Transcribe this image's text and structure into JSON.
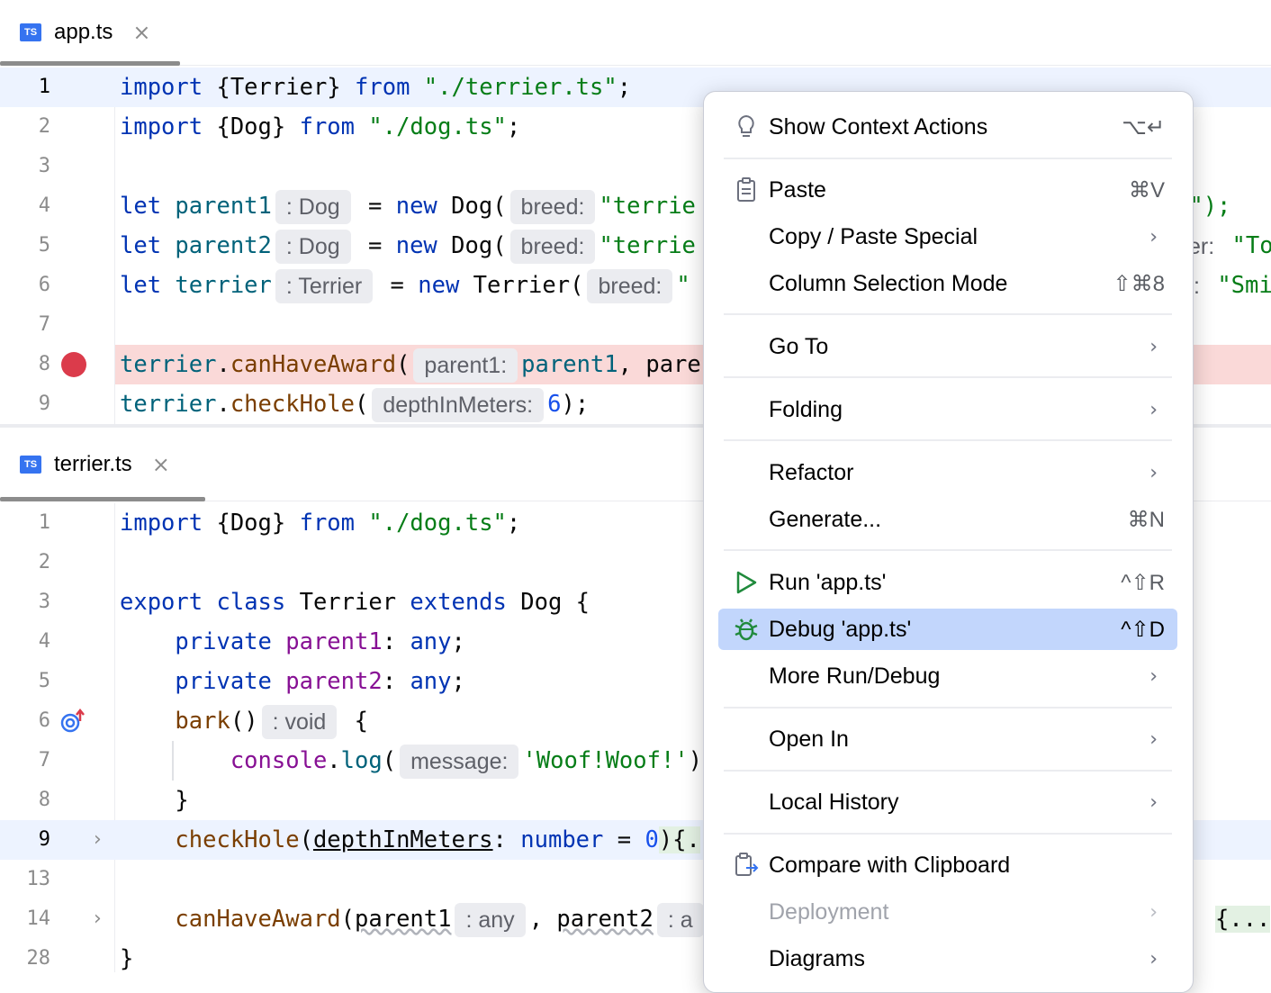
{
  "tabs": {
    "top": {
      "badge": "TS",
      "label": "app.ts",
      "close": "×"
    },
    "bottom": {
      "badge": "TS",
      "label": "terrier.ts",
      "close": "×"
    }
  },
  "app_editor": {
    "lines": [
      {
        "num": "1"
      },
      {
        "num": "2"
      },
      {
        "num": "3"
      },
      {
        "num": "4"
      },
      {
        "num": "5"
      },
      {
        "num": "6"
      },
      {
        "num": "7"
      },
      {
        "num": "8"
      },
      {
        "num": "9"
      }
    ],
    "code": {
      "l1": {
        "kw1": "import",
        "t1": " {Terrier} ",
        "kw2": "from",
        "t2": " ",
        "str": "\"./terrier.ts\"",
        "t3": ";"
      },
      "l2": {
        "kw1": "import",
        "t1": " {Dog} ",
        "kw2": "from",
        "t2": " ",
        "str": "\"./dog.ts\"",
        "t3": ";"
      },
      "l4": {
        "kw": "let",
        "var": "parent1",
        "type_hint": ": Dog",
        "eq": " = ",
        "kw2": "new",
        "cls": " Dog(",
        "param_hint": "breed:",
        "str": "\"terrie",
        "tail": "m\");"
      },
      "l5": {
        "kw": "let",
        "var": "parent2",
        "type_hint": ": Dog",
        "eq": " = ",
        "kw2": "new",
        "cls": " Dog(",
        "param_hint": "breed:",
        "str": "\"terrie",
        "tail_hint": "er:",
        "tail_str": "\"To"
      },
      "l6": {
        "kw": "let",
        "var": "terrier",
        "type_hint": ": Terrier",
        "eq": " = ",
        "kw2": "new",
        "cls": " Terrier(",
        "param_hint": "breed:",
        "str": "\"",
        "tail_hint": ":",
        "tail_str": "\"Smi"
      },
      "l8": {
        "obj": "terrier",
        "dot": ".",
        "mth": "canHaveAward",
        "p": "(",
        "param_hint": "parent1:",
        "arg": "parent1",
        "rest": ", pare"
      },
      "l9": {
        "obj": "terrier",
        "dot": ".",
        "mth": "checkHole",
        "p": "(",
        "param_hint": "depthInMeters:",
        "num": "6",
        "end": ");"
      }
    }
  },
  "terrier_editor": {
    "lines": [
      {
        "num": "1"
      },
      {
        "num": "2"
      },
      {
        "num": "3"
      },
      {
        "num": "4"
      },
      {
        "num": "5"
      },
      {
        "num": "6"
      },
      {
        "num": "7"
      },
      {
        "num": "8"
      },
      {
        "num": "9"
      },
      {
        "num": "13"
      },
      {
        "num": "14"
      },
      {
        "num": "28"
      }
    ],
    "code": {
      "l1": {
        "kw1": "import",
        "t1": " {Dog} ",
        "kw2": "from",
        "t2": " ",
        "str": "\"./dog.ts\"",
        "t3": ";"
      },
      "l3": {
        "kw1": "export",
        "kw2": "class",
        "cls": " Terrier ",
        "kw3": "extends",
        "rest": " Dog {"
      },
      "l4": {
        "kw": "private",
        "prop": "parent1",
        "colon": ": ",
        "type": "any",
        "end": ";"
      },
      "l5": {
        "kw": "private",
        "prop": "parent2",
        "colon": ": ",
        "type": "any",
        "end": ";"
      },
      "l6": {
        "mth": "bark",
        "p": "()",
        "type_hint": ": void",
        "rest": " {"
      },
      "l7": {
        "obj": "console",
        "dot": ".",
        "fn": "log",
        "p": "(",
        "param_hint": "message:",
        "str": "'Woof!Woof!'",
        "end": ")"
      },
      "l8": {
        "brace": "}"
      },
      "l9": {
        "mth": "checkHole",
        "p": "(",
        "param": "depthInMeters",
        "colon": ": ",
        "type": "number",
        "eq": " = ",
        "num": "0",
        "rest": "){."
      },
      "l14": {
        "mth": "canHaveAward",
        "p": "(",
        "param1": "parent1",
        "hint1": ": any",
        "comma": ", ",
        "param2": "parent2",
        "hint2": ": a",
        "tail": "{..."
      },
      "l28": {
        "brace": "}"
      }
    }
  },
  "context_menu": {
    "items": [
      {
        "label": "Show Context Actions",
        "shortcut": "⌥↵",
        "icon": "bulb-icon"
      },
      {
        "label": "Paste",
        "shortcut": "⌘V",
        "icon": "clipboard-icon"
      },
      {
        "label": "Copy / Paste Special",
        "submenu": "›"
      },
      {
        "label": "Column Selection Mode",
        "shortcut": "⇧⌘8"
      },
      {
        "label": "Go To",
        "submenu": "›"
      },
      {
        "label": "Folding",
        "submenu": "›"
      },
      {
        "label": "Refactor",
        "submenu": "›"
      },
      {
        "label": "Generate...",
        "shortcut": "⌘N"
      },
      {
        "label": "Run 'app.ts'",
        "shortcut": "^⇧R",
        "icon": "run-icon"
      },
      {
        "label": "Debug 'app.ts'",
        "shortcut": "^⇧D",
        "icon": "bug-icon",
        "selected": true
      },
      {
        "label": "More Run/Debug",
        "submenu": "›"
      },
      {
        "label": "Open In",
        "submenu": "›"
      },
      {
        "label": "Local History",
        "submenu": "›"
      },
      {
        "label": "Compare with Clipboard",
        "icon": "compare-clipboard-icon"
      },
      {
        "label": "Deployment",
        "submenu": "›",
        "disabled": true
      },
      {
        "label": "Diagrams",
        "submenu": "›"
      }
    ]
  },
  "colors": {
    "accent": "#3573f0",
    "selection": "#c2d6fc",
    "breakpoint": "#db3b4b",
    "keyword": "#0033b3",
    "string": "#067d17"
  }
}
